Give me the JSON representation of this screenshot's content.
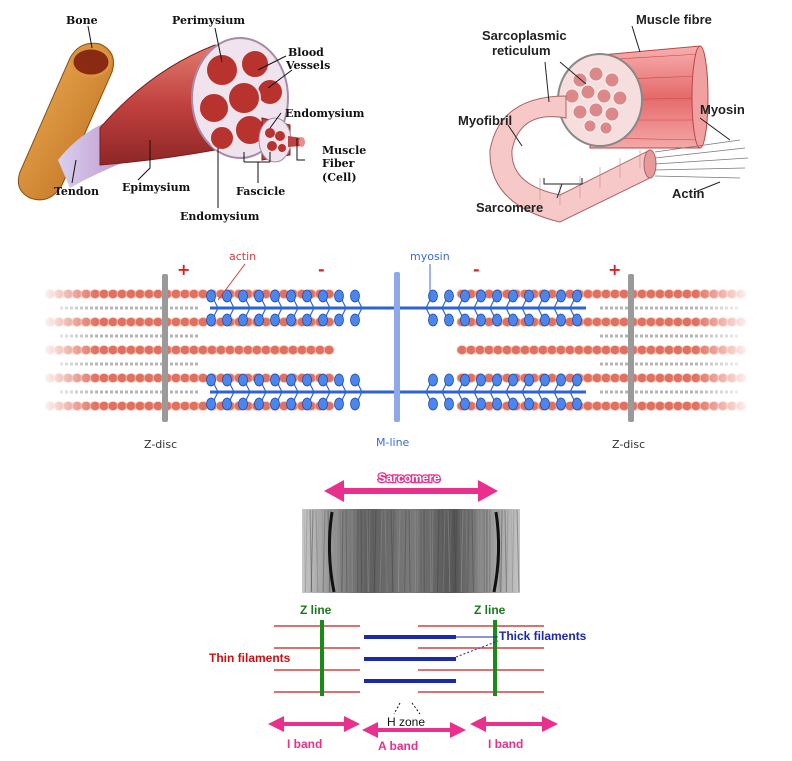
{
  "muscle_anatomy": {
    "bone": "Bone",
    "perimysium": "Perimysium",
    "blood_vessels_1": "Blood",
    "blood_vessels_2": "Vessels",
    "endomysium_top": "Endomysium",
    "muscle_fiber_1": "Muscle",
    "muscle_fiber_2": "Fiber",
    "muscle_fiber_3": "(Cell)",
    "tendon": "Tendon",
    "epimysium": "Epimysium",
    "fascicle": "Fascicle",
    "endomysium_bottom": "Endomysium"
  },
  "muscle_fibre_detail": {
    "sarcoplasmic_1": "Sarcoplasmic",
    "sarcoplasmic_2": "reticulum",
    "muscle_fibre": "Muscle fibre",
    "myofibril": "Myofibril",
    "myosin": "Myosin",
    "actin": "Actin",
    "sarcomere": "Sarcomere"
  },
  "sarcomere_diagram": {
    "actin": "actin",
    "myosin": "myosin",
    "plus": "+",
    "minus": "-",
    "z_disc": "Z-disc",
    "m_line": "M-line"
  },
  "micrograph": {
    "sarcomere": "Sarcomere",
    "z_line": "Z line",
    "thick_filaments": "Thick filaments",
    "thin_filaments": "Thin filaments",
    "h_zone": "H zone",
    "i_band": "I band",
    "a_band": "A band"
  },
  "colors": {
    "muscle_red": "#c0413f",
    "actin_red": "#e07060",
    "myosin_blue": "#2e63d6",
    "band_pink": "#e8308c",
    "z_green": "#1a8a1a",
    "thick_blue": "#1a2aa8"
  }
}
